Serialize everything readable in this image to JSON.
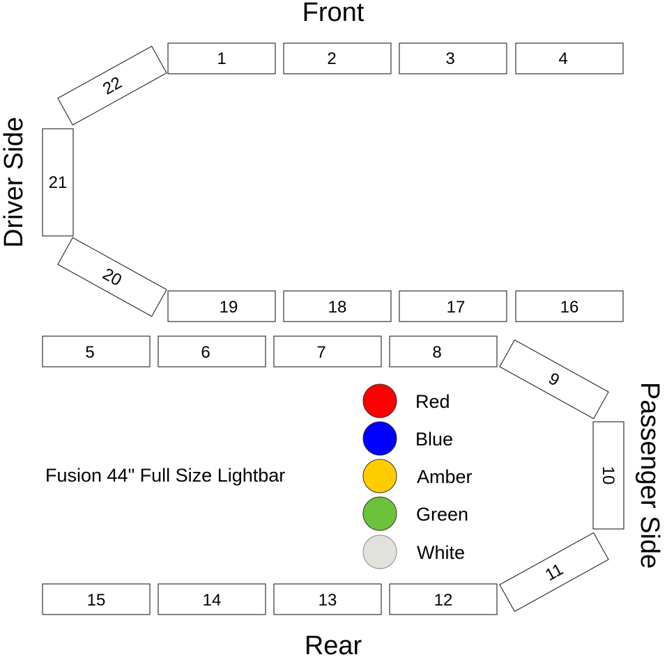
{
  "labels": {
    "front": "Front",
    "rear": "Rear",
    "driver_side": "Driver Side",
    "passenger_side": "Passenger Side",
    "title": "Fusion 44\" Full Size Lightbar"
  },
  "segments": [
    "1",
    "2",
    "3",
    "4",
    "5",
    "6",
    "7",
    "8",
    "9",
    "10",
    "11",
    "12",
    "13",
    "14",
    "15",
    "16",
    "17",
    "18",
    "19",
    "20",
    "21",
    "22"
  ],
  "legend": [
    {
      "label": "Red",
      "color": "#ff0000"
    },
    {
      "label": "Blue",
      "color": "#0000ff"
    },
    {
      "label": "Amber",
      "color": "#ffcc00"
    },
    {
      "label": "Green",
      "color": "#6cc23a"
    },
    {
      "label": "White",
      "color": "#e2e2dc"
    }
  ]
}
